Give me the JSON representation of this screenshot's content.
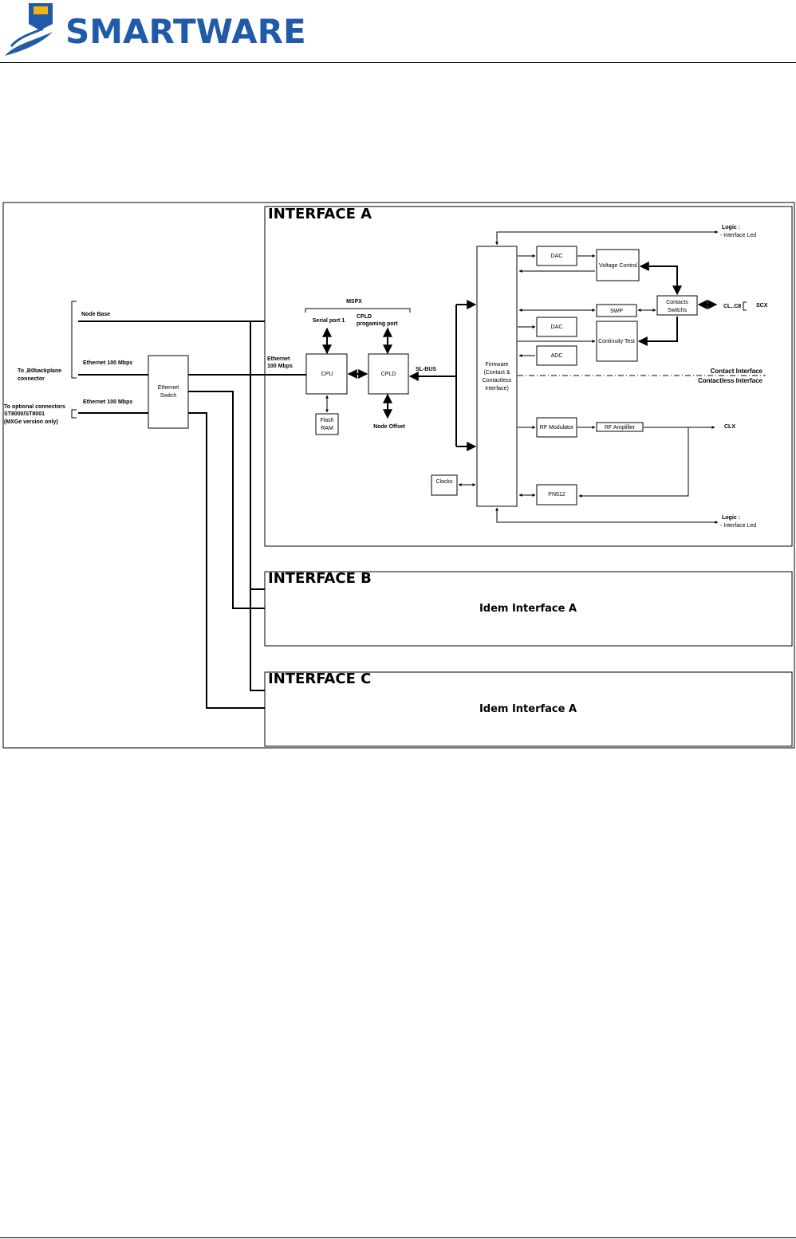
{
  "header": {
    "brand": "SMARTWARE",
    "brand_color": "#1f5ba8"
  },
  "diagram": {
    "interface_a": "INTERFACE A",
    "interface_b": "INTERFACE B",
    "interface_c": "INTERFACE C",
    "idem_b": "Idem Interface A",
    "idem_c": "Idem Interface A",
    "left": {
      "node_base": "Node Base",
      "eth1": "Ethernet 100 Mbps",
      "eth2": "Ethernet 100 Mbps",
      "to_backplane_1": "To ,B0backplane",
      "to_backplane_2": "connector",
      "optional_1": "To optional connectors",
      "optional_2": "ST8000/ST8001",
      "optional_3": "(MXGe version only)",
      "eth_switch_1": "Ethernet",
      "eth_switch_2": "Switch"
    },
    "mspx": "MSPX",
    "serial_port": "Serial port 1",
    "cpld_prog_1": "CPLD",
    "cpld_prog_2": "progaming port",
    "eth_in_1": "Ethernet",
    "eth_in_2": "100 Mbps",
    "cpu": "CPU",
    "cpld": "CPLD",
    "flash_1": "Flash",
    "flash_2": "RAM",
    "node_offset": "Node Offset",
    "sl_bus": "SL-BUS",
    "clocks": "Clocks",
    "firmware": [
      "Firmware",
      "(Contact &",
      "Contactless",
      "Interface)"
    ],
    "dac1": "DAC",
    "dac2": "DAC",
    "adc": "ADC",
    "voltage_control": "Voltage Control",
    "swp": "SWP",
    "continuity_test": "Continuity Test",
    "contacts_switchs_1": "Contacts",
    "contacts_switchs_2": "Switchs",
    "cl_cb": "CL..C8",
    "scx": "SCX",
    "logic_top_1": "Logic :",
    "logic_top_2": "- Interface Led",
    "logic_bot_1": "Logic :",
    "logic_bot_2": "- Interface Led",
    "contact_interface": "Contact Interface",
    "contactless_interface": "Contactless Interface",
    "rf_modulator": "RF Modulator",
    "rf_amplifier": "RF Amplifier",
    "clx": "CLX",
    "pn512": "PN512"
  }
}
